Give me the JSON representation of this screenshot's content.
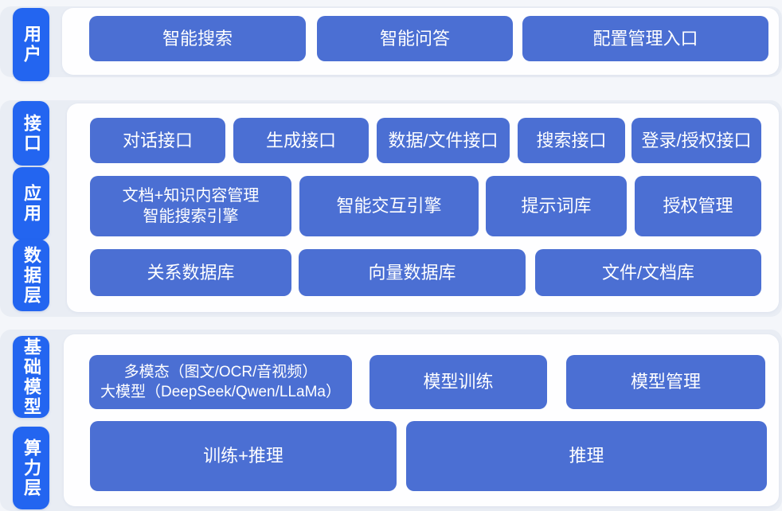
{
  "colors": {
    "page_bg": "#f4f6fa",
    "section_band_bg": "#e9edf4",
    "panel_bg": "#fefeff",
    "layer_label_bg": "#2365f0",
    "block_bg": "#4b6fd3",
    "text": "#ffffff"
  },
  "layers": [
    {
      "id": "user",
      "text": "用户"
    },
    {
      "id": "interface",
      "text": "接口"
    },
    {
      "id": "application",
      "text": "应用"
    },
    {
      "id": "data",
      "text": "数据层"
    },
    {
      "id": "foundation-model",
      "text": "基础模型"
    },
    {
      "id": "compute",
      "text": "算力层"
    }
  ],
  "rows": [
    {
      "section": "user",
      "buttons": [
        {
          "label": "智能搜索"
        },
        {
          "label": "智能问答"
        },
        {
          "label": "配置管理入口"
        }
      ]
    },
    {
      "section": "interface",
      "buttons": [
        {
          "label": "对话接口"
        },
        {
          "label": "生成接口"
        },
        {
          "label": "数据/文件接口"
        },
        {
          "label": "搜索接口"
        },
        {
          "label": "登录/授权接口"
        }
      ]
    },
    {
      "section": "application",
      "buttons": [
        {
          "label": "文档+知识内容管理\n智能搜索引擎"
        },
        {
          "label": "智能交互引擎"
        },
        {
          "label": "提示词库"
        },
        {
          "label": "授权管理"
        }
      ]
    },
    {
      "section": "data",
      "buttons": [
        {
          "label": "关系数据库"
        },
        {
          "label": "向量数据库"
        },
        {
          "label": "文件/文档库"
        }
      ]
    },
    {
      "section": "foundation-model",
      "buttons": [
        {
          "label": "多模态（图文/OCR/音视频）\n大模型（DeepSeek/Qwen/LLaMa）"
        },
        {
          "label": "模型训练"
        },
        {
          "label": "模型管理"
        }
      ]
    },
    {
      "section": "compute",
      "buttons": [
        {
          "label": "训练+推理"
        },
        {
          "label": "推理"
        }
      ]
    }
  ]
}
